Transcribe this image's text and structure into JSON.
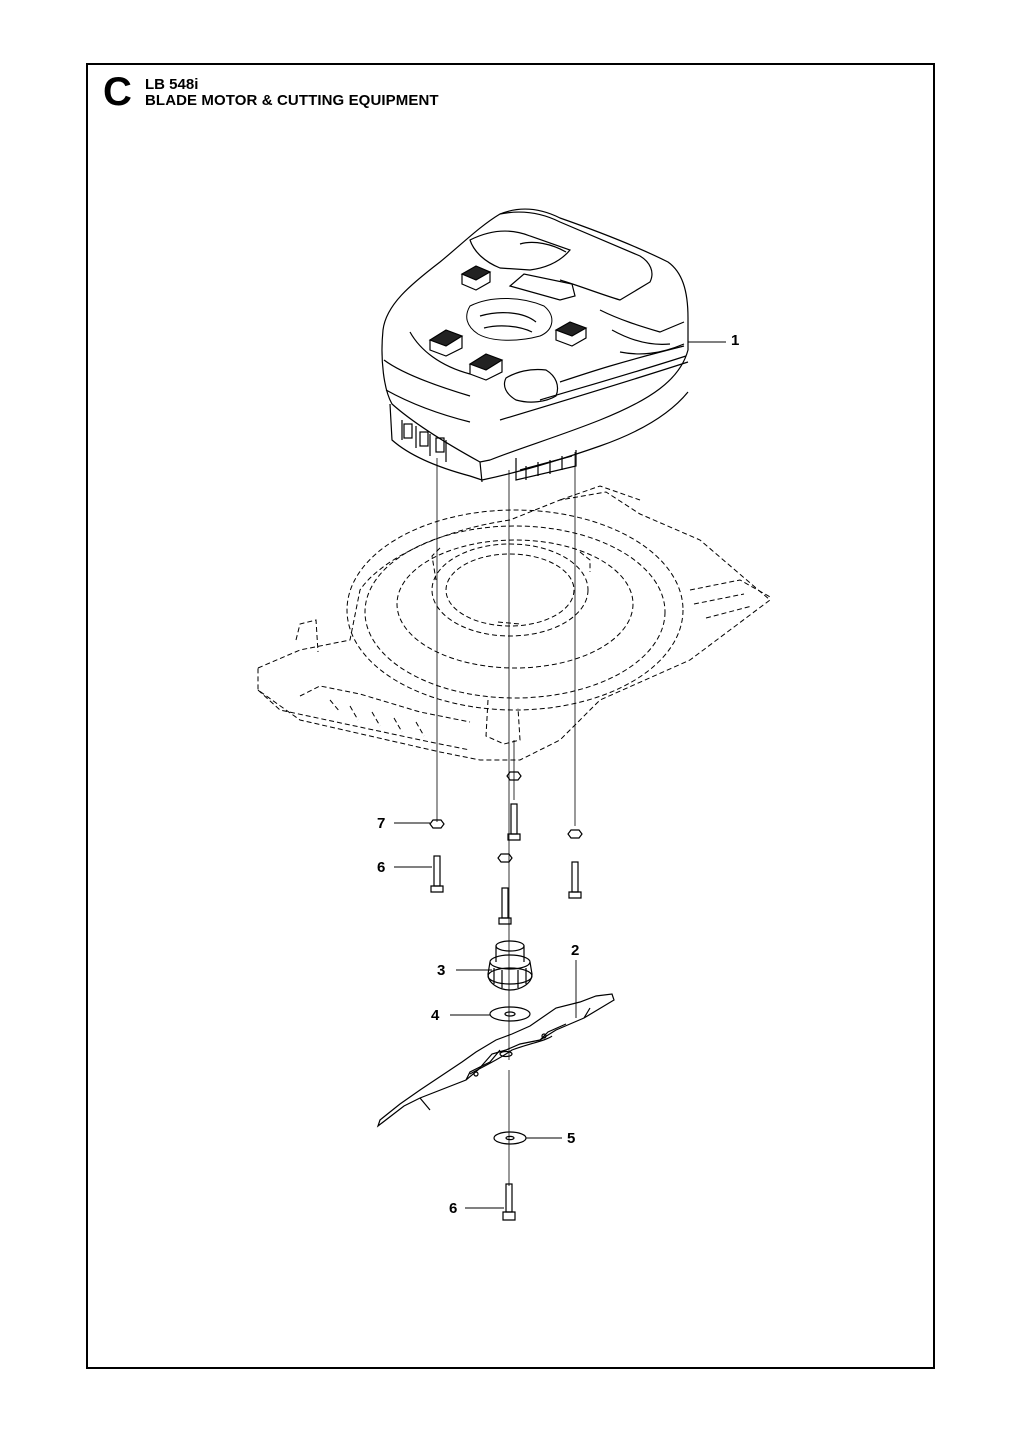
{
  "header": {
    "section_letter": "C",
    "model": "LB 548i",
    "title": "BLADE MOTOR & CUTTING EQUIPMENT"
  },
  "callouts": [
    {
      "id": "1"
    },
    {
      "id": "2"
    },
    {
      "id": "3"
    },
    {
      "id": "4"
    },
    {
      "id": "5"
    },
    {
      "id": "6"
    },
    {
      "id": "6"
    },
    {
      "id": "7"
    }
  ]
}
